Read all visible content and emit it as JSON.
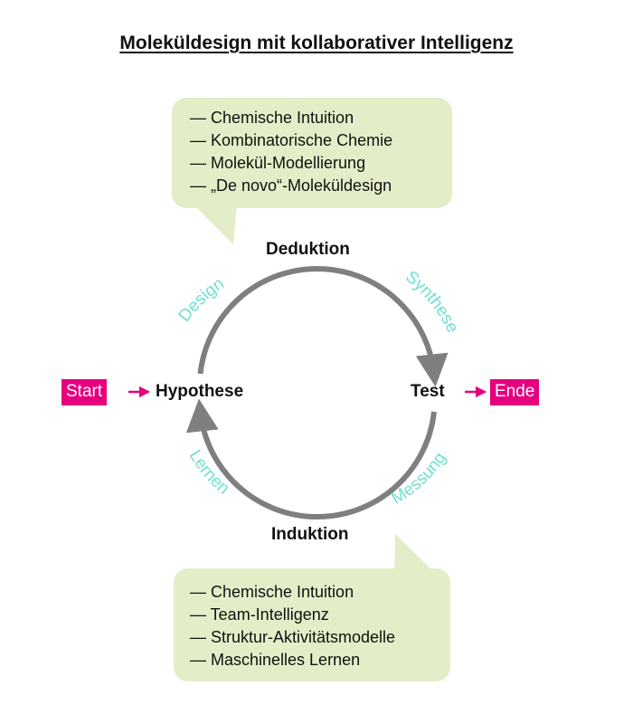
{
  "title": "Moleküldesign mit kollaborativer Intelligenz",
  "colors": {
    "bubble": "#e3eec8",
    "arrow": "#7f7f7f",
    "arc_label": "#6ee0d2",
    "pill": "#e6007e"
  },
  "top_bubble": {
    "items": [
      "— Chemische Intuition",
      "— Kombinatorische Chemie",
      "— Molekül-Modellierung",
      "— „De novo“-Moleküldesign"
    ]
  },
  "bottom_bubble": {
    "items": [
      "— Chemische Intuition",
      "— Team-Intelligenz",
      "— Struktur-Aktivitätsmodelle",
      "— Maschinelles Lernen"
    ]
  },
  "nodes": {
    "top": "Deduktion",
    "bottom": "Induktion",
    "left": "Hypothese",
    "right": "Test"
  },
  "arc_labels": {
    "design": "Design",
    "synthese": "Synthese",
    "messung": "Messung",
    "lernen": "Lernen"
  },
  "start_label": "Start",
  "end_label": "Ende",
  "cycle_icon": "circular-cycle-arrows"
}
